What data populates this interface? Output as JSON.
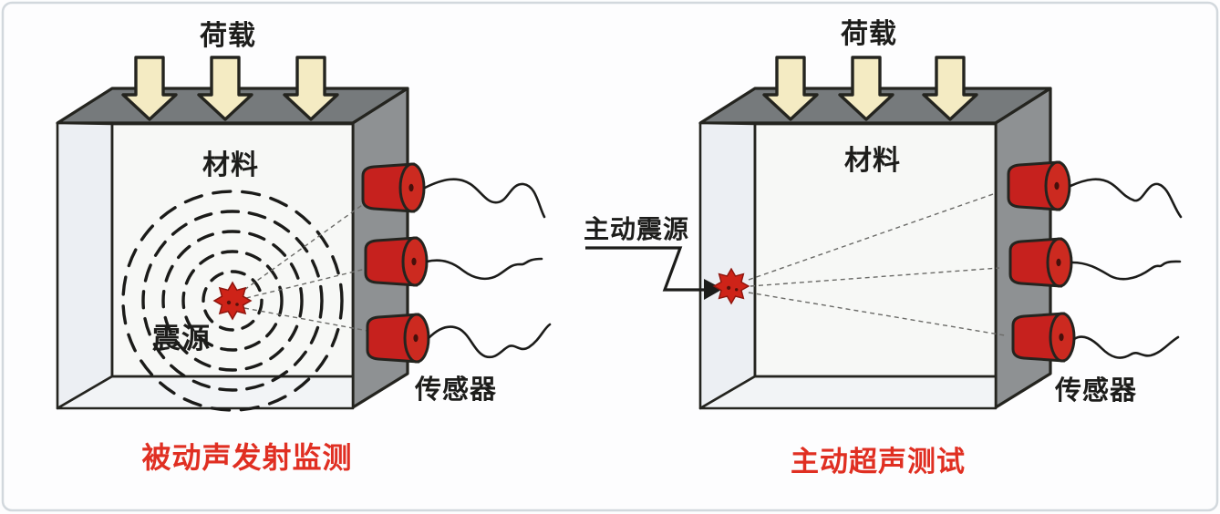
{
  "diagram": {
    "left": {
      "load_label": "荷载",
      "material_label": "材料",
      "source_label": "震源",
      "sensor_label": "传感器",
      "caption": "被动声发射监测"
    },
    "right": {
      "load_label": "荷载",
      "material_label": "材料",
      "active_source_label": "主动震源",
      "sensor_label": "传感器",
      "caption": "主动超声测试"
    },
    "colors": {
      "caption_red": "#e02f22",
      "sensor_red": "#c6211e",
      "star_red": "#ce2318",
      "arrow_cream": "#f4ebc3",
      "box_top_gray": "#767a7c",
      "box_side_gray": "#8e9193",
      "outline_dark": "#24241f"
    }
  }
}
